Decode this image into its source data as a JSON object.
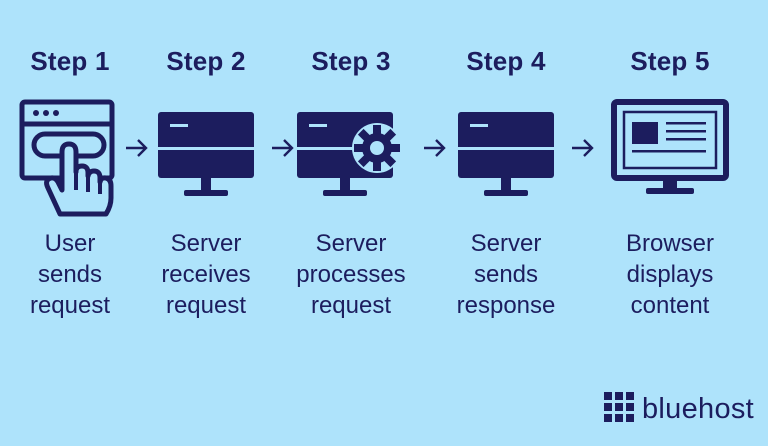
{
  "colors": {
    "background": "#aee3fb",
    "ink": "#1c1d5e",
    "accent_light": "#aee3fb"
  },
  "steps": [
    {
      "title": "Step 1",
      "label": [
        "User",
        "sends",
        "request"
      ],
      "icon": "browser-click-icon"
    },
    {
      "title": "Step 2",
      "label": [
        "Server",
        "receives",
        "request"
      ],
      "icon": "server-monitor-icon"
    },
    {
      "title": "Step 3",
      "label": [
        "Server",
        "processes",
        "request"
      ],
      "icon": "server-gear-icon"
    },
    {
      "title": "Step 4",
      "label": [
        "Server",
        "sends",
        "response"
      ],
      "icon": "server-monitor-icon"
    },
    {
      "title": "Step 5",
      "label": [
        "Browser",
        "displays",
        "content"
      ],
      "icon": "browser-monitor-icon"
    }
  ],
  "brand": {
    "name": "bluehost",
    "icon": "bluehost-grid-logo"
  }
}
